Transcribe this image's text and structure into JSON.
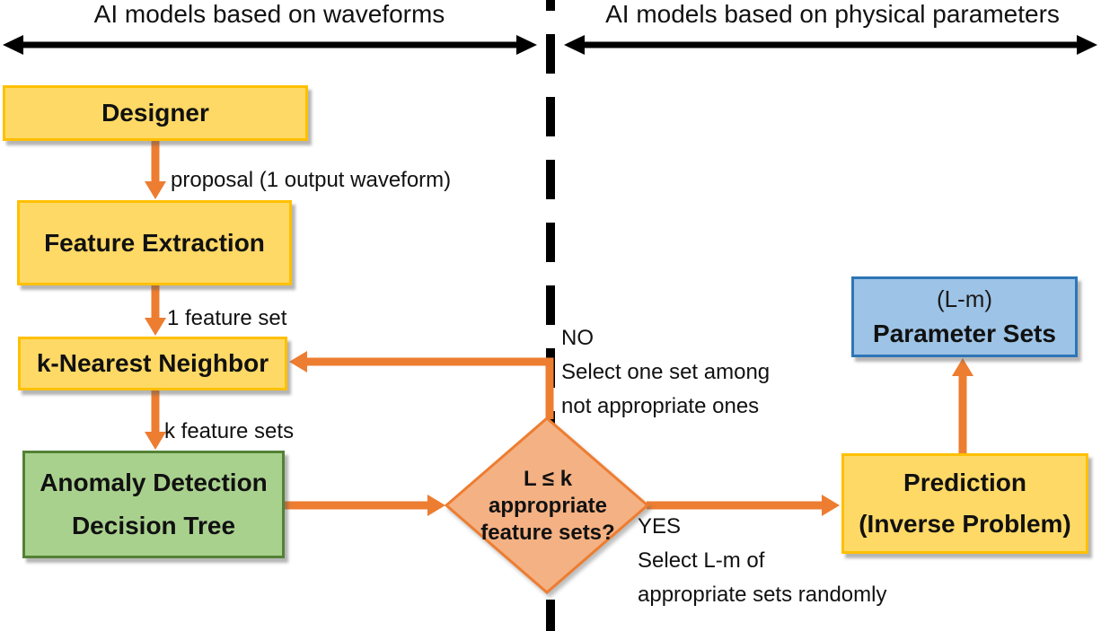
{
  "headers": {
    "left": "AI models based on waveforms",
    "right": "AI models based on physical parameters"
  },
  "nodes": {
    "designer": {
      "label": "Designer"
    },
    "feature_extraction": {
      "label": "Feature Extraction"
    },
    "knn": {
      "label": "k-Nearest Neighbor"
    },
    "anomaly": {
      "line1": "Anomaly Detection",
      "line2": "Decision Tree"
    },
    "parameter_sets": {
      "line1": "(L-m)",
      "line2": "Parameter Sets"
    },
    "prediction": {
      "line1": "Prediction",
      "line2": "(Inverse Problem)"
    },
    "decision": {
      "line1": "L ≤ k",
      "line2": "appropriate",
      "line3": "feature sets?"
    }
  },
  "edge_labels": {
    "proposal": "proposal (1 output waveform)",
    "one_feature_set": "1 feature set",
    "k_feature_sets": "k feature sets",
    "no": {
      "line1": "NO",
      "line2": "Select one set among",
      "line3": "not appropriate ones"
    },
    "yes": {
      "line1": "YES",
      "line2": "Select L-m of",
      "line3": "appropriate sets randomly"
    }
  },
  "colors": {
    "arrow_orange": "#ED7D31",
    "yellow_fill": "#FFD966",
    "yellow_border": "#FFC000",
    "green_fill": "#A9D18E",
    "green_border": "#538135",
    "blue_fill": "#9DC3E6",
    "blue_border": "#2E75B6",
    "diamond_fill": "#F4B183",
    "line_black": "#000000"
  }
}
